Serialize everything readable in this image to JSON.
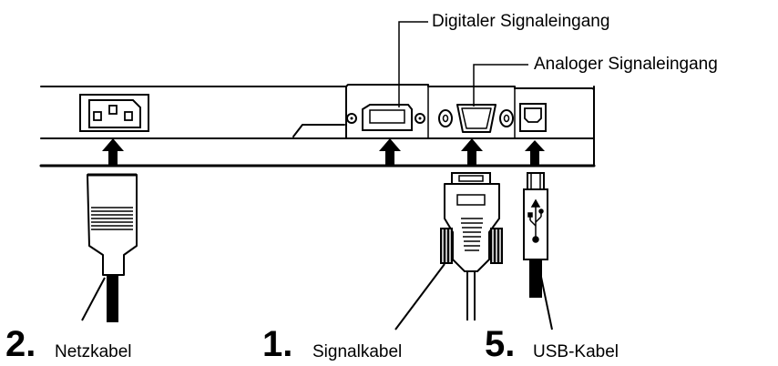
{
  "callouts": {
    "digital_input": "Digitaler Signaleingang",
    "analog_input": "Analoger Signaleingang"
  },
  "steps": [
    {
      "number": "2.",
      "label": "Netzkabel"
    },
    {
      "number": "1.",
      "label": "Signalkabel"
    },
    {
      "number": "5.",
      "label": "USB-Kabel"
    }
  ]
}
